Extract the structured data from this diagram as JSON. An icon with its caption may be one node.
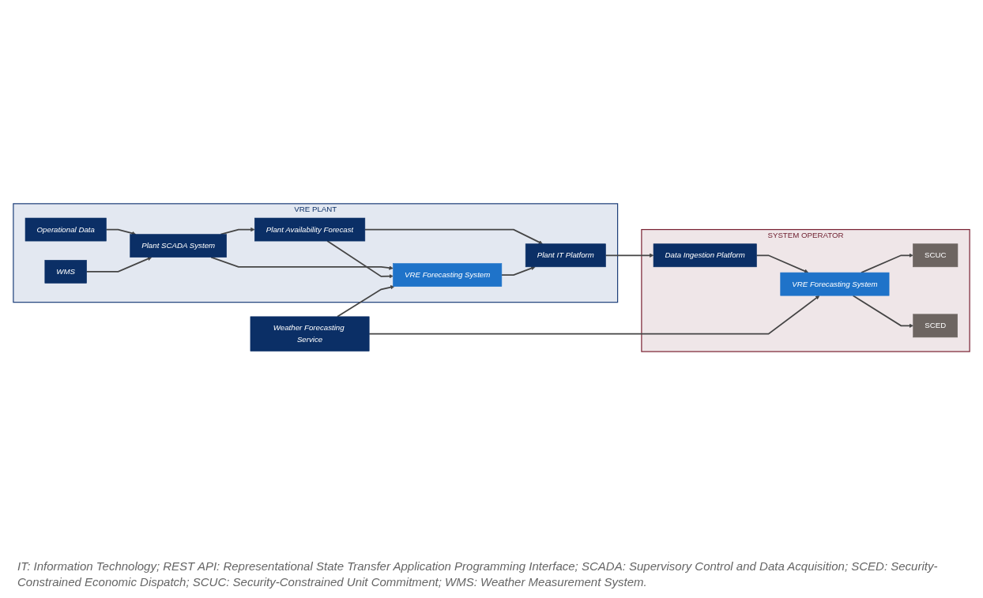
{
  "diagram": {
    "nodes": [
      {
        "text": [
          "VRE PLANT"
        ]
      },
      {
        "text": [
          "Operational Data"
        ],
        "in": 0
      },
      {
        "text": [
          "Plant Availability Forecast"
        ],
        "in": 0
      },
      {
        "text": [
          "Plant SCADA System"
        ],
        "in": 0
      },
      {
        "text": [
          "WMS"
        ],
        "in": 0
      },
      {
        "text": [
          "VRE Forecasting System"
        ],
        "in": 0
      },
      {
        "text": [
          "Plant IT Platform"
        ],
        "in": 0
      },
      {
        "text": [
          "SYSTEM OPERATOR"
        ]
      },
      {
        "text": [
          "Data Ingestion Platform"
        ],
        "in": 7
      },
      {
        "text": [
          "VRE Forecasting System"
        ],
        "in": 7
      },
      {
        "text": [
          "SCUC"
        ],
        "in": 7
      },
      {
        "text": [
          "SCED"
        ],
        "in": 7
      },
      {
        "text": [
          "Weather Forecasting Service"
        ]
      }
    ],
    "edges": [
      {
        "from": 1,
        "to": 3,
        "arrow": "to"
      },
      {
        "from": 4,
        "to": 3,
        "arrow": "to"
      },
      {
        "from": 3,
        "to": 2,
        "arrow": "to"
      },
      {
        "from": 3,
        "to": 5,
        "arrow": "to"
      },
      {
        "from": 2,
        "to": 5,
        "arrow": "to"
      },
      {
        "from": 2,
        "to": 6,
        "arrow": "to"
      },
      {
        "from": 5,
        "to": 6,
        "arrow": "to"
      },
      {
        "from": 6,
        "to": 8,
        "arrow": "to"
      },
      {
        "from": 8,
        "to": 9,
        "arrow": "to"
      },
      {
        "from": 9,
        "to": 10,
        "arrow": "to"
      },
      {
        "from": 9,
        "to": 11,
        "arrow": "to"
      },
      {
        "from": 12,
        "to": 5,
        "arrow": "to"
      },
      {
        "from": 12,
        "to": 9,
        "arrow": "to"
      }
    ],
    "labels": [
      "IT: Information Technology; REST API: Representational State Transfer Application Programming Interface; SCADA: Supervisory Control and Data Acquisition; SCED: Security-Constrained Economic Dispatch; SCUC: Security-Constrained Unit Commitment; WMS: Weather Measurement System."
    ]
  }
}
